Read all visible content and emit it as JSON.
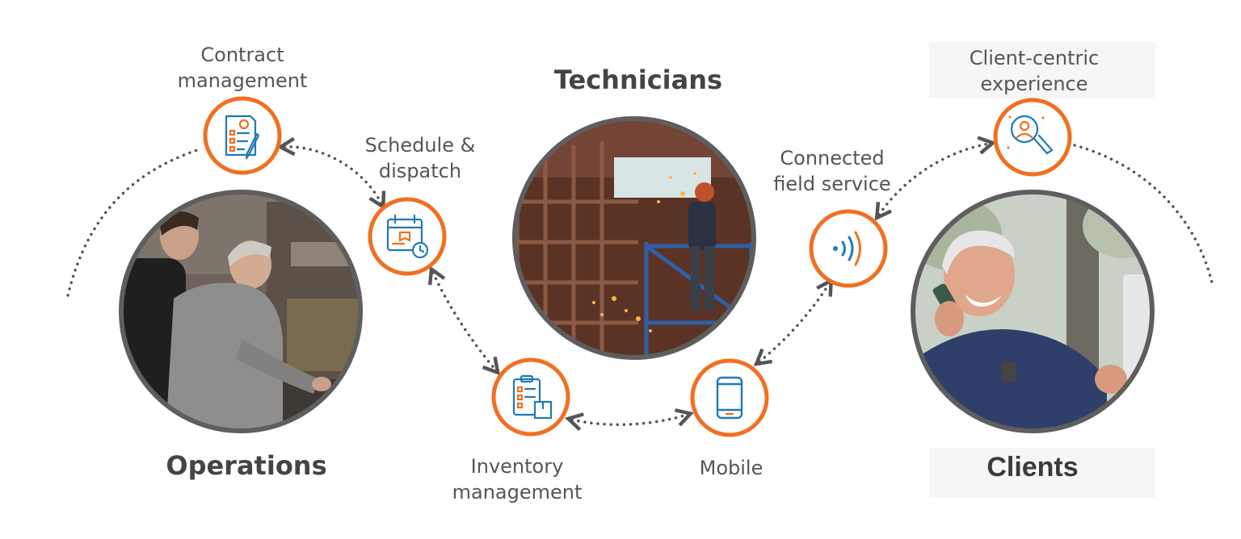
{
  "colors": {
    "accent_orange": "#F26F21",
    "icon_blue": "#1E7AB8",
    "ring_gray": "#5E5E5E",
    "dots": "#555555",
    "label_text": "#555555"
  },
  "groups": {
    "technicians": "Technicians",
    "operations": "Operations",
    "clients": "Clients"
  },
  "features": {
    "contract_management": "Contract\nmanagement",
    "schedule_dispatch": "Schedule &\ndispatch",
    "connected_field_service": "Connected\nfield service",
    "client_centric_experience": "Client-centric\nexperience",
    "inventory_management": "Inventory\nmanagement",
    "mobile": "Mobile"
  },
  "icons": {
    "contract": "contract-document-icon",
    "schedule": "calendar-clock-icon",
    "connected": "wireless-signal-icon",
    "client": "magnifier-person-icon",
    "inventory": "clipboard-box-icon",
    "mobile": "smartphone-icon"
  }
}
